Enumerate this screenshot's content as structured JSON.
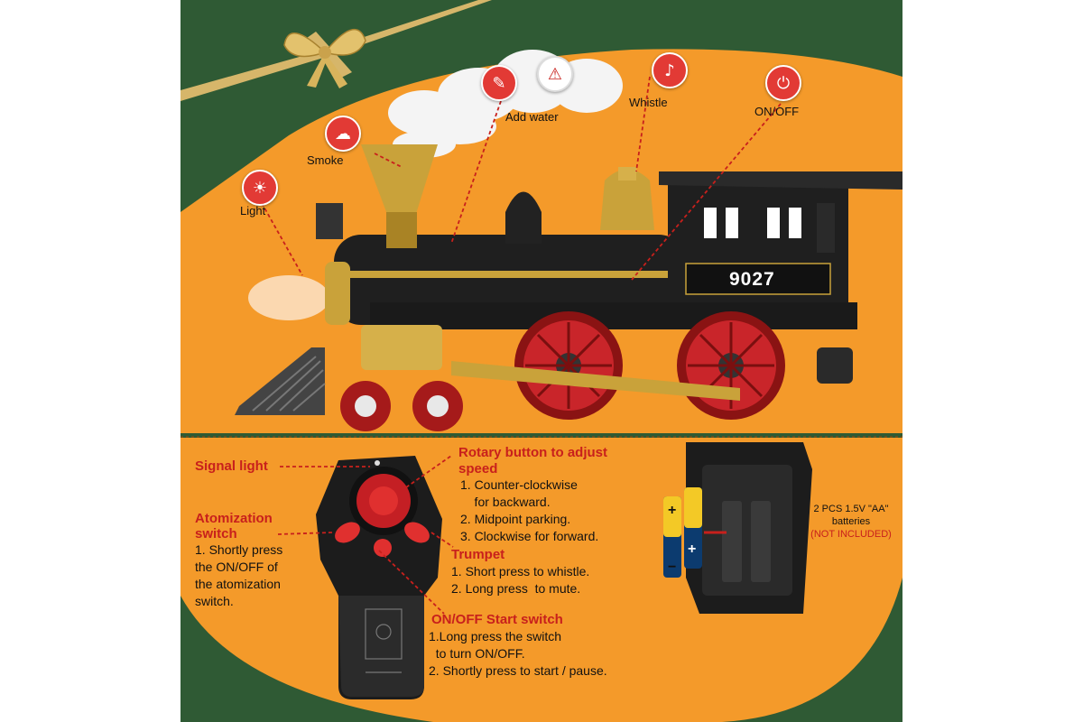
{
  "callouts": {
    "light": "Light",
    "smoke": "Smoke",
    "add_water": "Add water",
    "whistle": "Whistle",
    "on_off": "ON/OFF"
  },
  "icons": {
    "light": "sun-icon",
    "smoke": "smoke-cloud-icon",
    "add_water": "dropper-icon",
    "whistle": "horn-icon",
    "on_off": "power-icon"
  },
  "train_number": "9027",
  "remote": {
    "signal_light": "Signal  light",
    "rotary_title": "Rotary button to adjust\nspeed",
    "rotary_steps": [
      "1. Counter-clockwise",
      "    for backward.",
      "2. Midpoint parking.",
      "3. Clockwise for forward."
    ],
    "atomization_title": "Atomization\nswitch",
    "atomization_desc": [
      "1. Shortly press",
      "the ON/OFF of",
      "the atomization",
      "switch."
    ],
    "trumpet_title": "Trumpet",
    "trumpet_steps": [
      "1. Short press to whistle.",
      "2. Long press  to mute."
    ],
    "onoff_title": "ON/OFF Start switch",
    "onoff_steps": [
      "1.Long press the switch",
      "  to turn ON/OFF.",
      "2. Shortly press to start / pause."
    ]
  },
  "battery": {
    "line1": "2 PCS 1.5V \"AA\"",
    "line2": "batteries",
    "line3": "(NOT INCLUDED)",
    "plus": "+",
    "minus": "−"
  },
  "colors": {
    "green": "#2f5a34",
    "orange": "#f49a2a",
    "accent_red": "#e23a35",
    "gold": "#c9a23a"
  }
}
